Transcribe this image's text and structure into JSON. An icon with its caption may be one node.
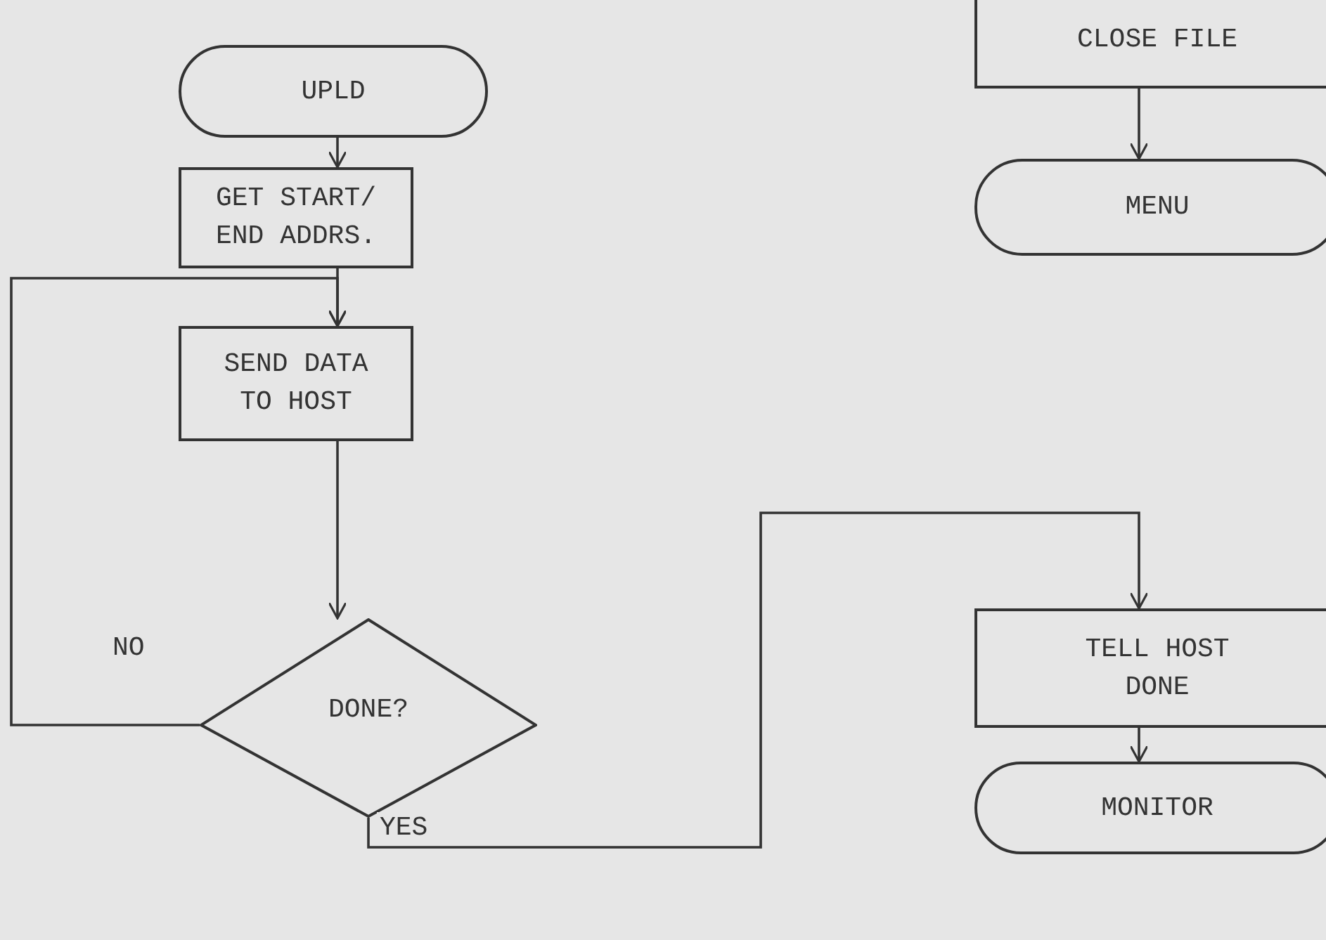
{
  "diagram": {
    "nodes": [
      {
        "text": [
          "UPLD"
        ]
      },
      {
        "text": [
          "GET START/ END ADDRS."
        ]
      },
      {
        "text": [
          "SEND DATA TO HOST"
        ]
      },
      {
        "text": [
          "DONE?"
        ]
      },
      {
        "text": [
          "CLOSE FILE"
        ]
      },
      {
        "text": [
          "MENU"
        ]
      },
      {
        "text": [
          "TELL HOST DONE"
        ]
      },
      {
        "text": [
          "MONITOR"
        ]
      }
    ],
    "edges": [
      {
        "from": 0,
        "to": 1,
        "arrow": "to"
      },
      {
        "from": 1,
        "to": 2,
        "arrow": "to"
      },
      {
        "from": 2,
        "to": 3,
        "arrow": "to"
      },
      {
        "from": 3,
        "to": 2,
        "arrow": "to",
        "label": "NO"
      },
      {
        "from": 3,
        "to": 6,
        "arrow": "to",
        "label": "YES"
      },
      {
        "from": 4,
        "to": 5,
        "arrow": "to"
      },
      {
        "from": 6,
        "to": 7,
        "arrow": "to"
      }
    ]
  }
}
